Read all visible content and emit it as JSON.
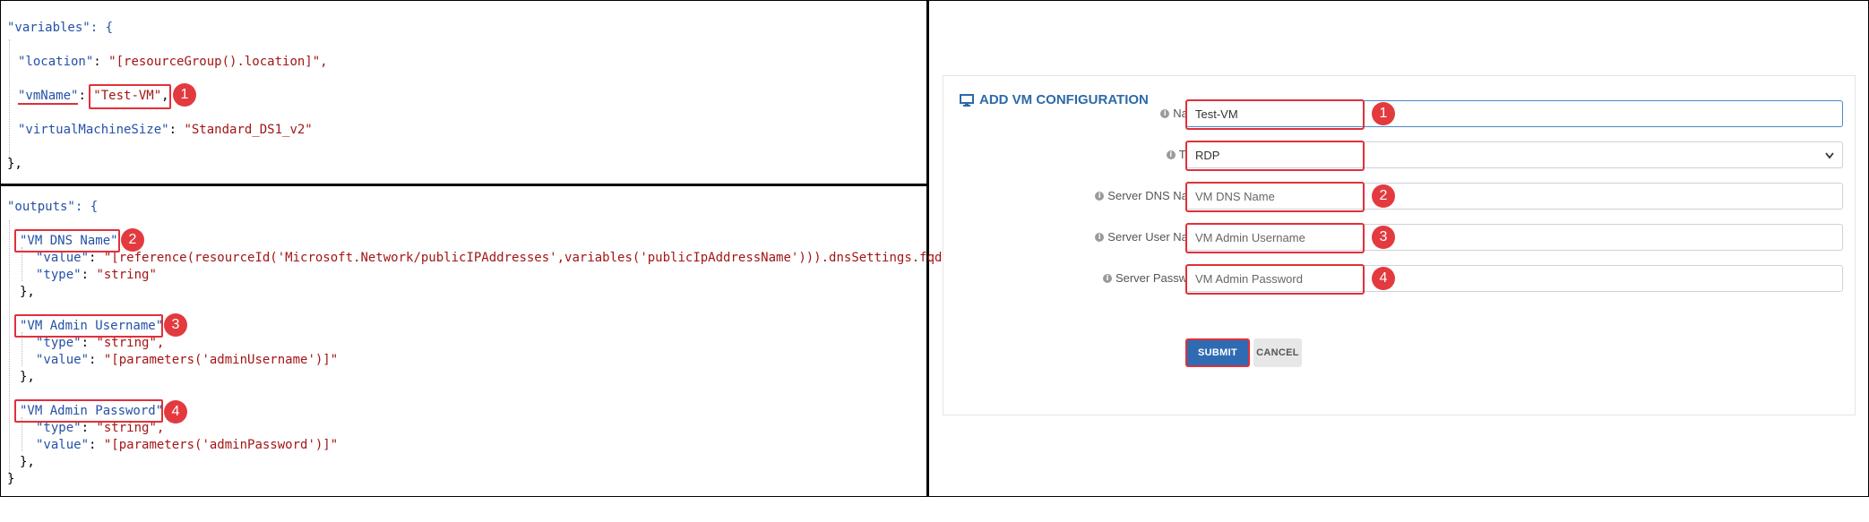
{
  "variables_code": {
    "open": "\"variables\": {",
    "location_key": "\"location\"",
    "location_val": "\"[resourceGroup().location]\",",
    "vmname_key": "\"vmName\"",
    "vmname_val": "\"Test-VM\"",
    "vmsize_key": "\"virtualMachineSize\"",
    "vmsize_val": "\"Standard_DS1_v2\"",
    "close": "},"
  },
  "outputs_code": {
    "open": "\"outputs\": {",
    "dns_key": "\"VM DNS Name\"",
    "dns_value_key": "\"value\"",
    "dns_value_val": "\"[reference(resourceId('Microsoft.Network/publicIPAddresses',variables('publicIpAddressName'))).dnsSettings.fqdn]\",",
    "dns_type_key": "\"type\"",
    "dns_type_val": "\"string\"",
    "user_key": "\"VM Admin Username\"",
    "user_type_key": "\"type\"",
    "user_type_val": "\"string\",",
    "user_value_key": "\"value\"",
    "user_value_val": "\"[parameters('adminUsername')]\"",
    "pass_key": "\"VM Admin Password\"",
    "pass_type_key": "\"type\"",
    "pass_type_val": "\"string\",",
    "pass_value_key": "\"value\"",
    "pass_value_val": "\"[parameters('adminPassword')]\"",
    "close_inner": "},",
    "close": "}"
  },
  "badges": [
    "1",
    "2",
    "3",
    "4"
  ],
  "form": {
    "title": "ADD VM CONFIGURATION",
    "title_icon": "monitor-icon",
    "required_mark": "*",
    "fields": [
      {
        "label": "Name",
        "value": "Test-VM",
        "placeholder": ""
      },
      {
        "label": "Type",
        "value": "RDP",
        "placeholder": ""
      },
      {
        "label": "Server DNS Name",
        "value": "",
        "placeholder": "VM DNS Name"
      },
      {
        "label": "Server User Name",
        "value": "",
        "placeholder": "VM Admin Username"
      },
      {
        "label": "Server Password",
        "value": "",
        "placeholder": "VM Admin Password"
      }
    ],
    "submit_label": "SUBMIT",
    "cancel_label": "CANCEL"
  },
  "colors": {
    "highlight": "#e0303a",
    "accent": "#2c6aa8",
    "submit": "#2f6bb3"
  }
}
